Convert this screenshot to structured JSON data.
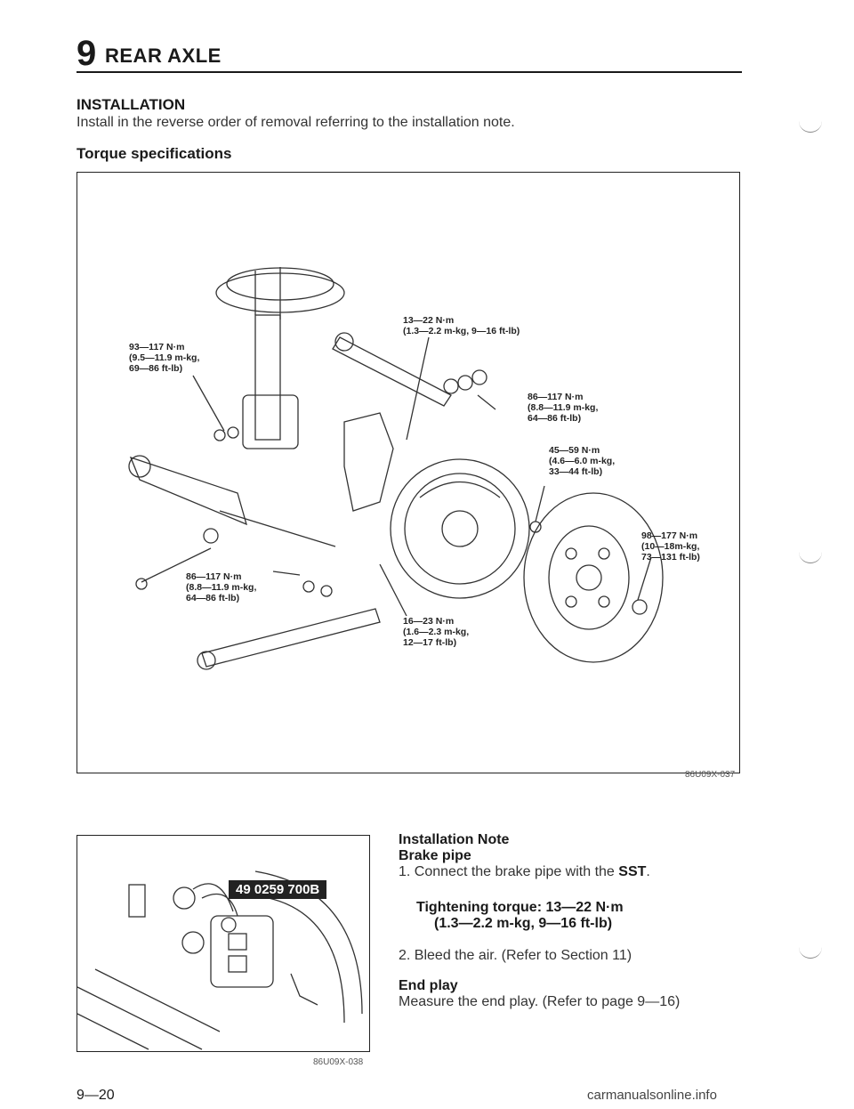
{
  "header": {
    "section_number": "9",
    "section_title": "REAR AXLE"
  },
  "installation": {
    "heading": "INSTALLATION",
    "text": "Install in the reverse order of removal referring to the installation note."
  },
  "torque": {
    "heading": "Torque specifications"
  },
  "main_figure": {
    "labels": {
      "a": "93—117 N·m\n(9.5—11.9 m-kg,\n69—86 ft-lb)",
      "b": "13—22 N·m\n(1.3—2.2 m-kg, 9—16 ft-lb)",
      "c": "86—117 N·m\n(8.8—11.9 m-kg,\n64—86 ft-lb)",
      "d": "45—59 N·m\n(4.6—6.0 m-kg,\n33—44 ft-lb)",
      "e": "98—177 N·m\n(10—18m-kg,\n73—131 ft-lb)",
      "f": "86—117 N·m\n(8.8—11.9 m-kg,\n64—86 ft-lb)",
      "g": "16—23 N·m\n(1.6—2.3 m-kg,\n12—17 ft-lb)"
    },
    "code": "86U09X-037"
  },
  "small_figure": {
    "sst_number": "49 0259 700B",
    "code": "86U09X-038"
  },
  "notes": {
    "title": "Installation Note",
    "brake_pipe_heading": "Brake pipe",
    "step1_prefix": "1. Connect the brake pipe with the ",
    "step1_sst": "SST",
    "step1_suffix": ".",
    "torque_line1": "Tightening torque: 13—22 N·m",
    "torque_line2": "(1.3—2.2 m-kg, 9—16 ft-lb)",
    "step2": "2. Bleed the air. (Refer to Section 11)",
    "end_play_heading": "End play",
    "end_play_text": "Measure the end play. (Refer to page 9—16)"
  },
  "footer": {
    "page": "9—20",
    "watermark": "carmanualsonline.info"
  }
}
